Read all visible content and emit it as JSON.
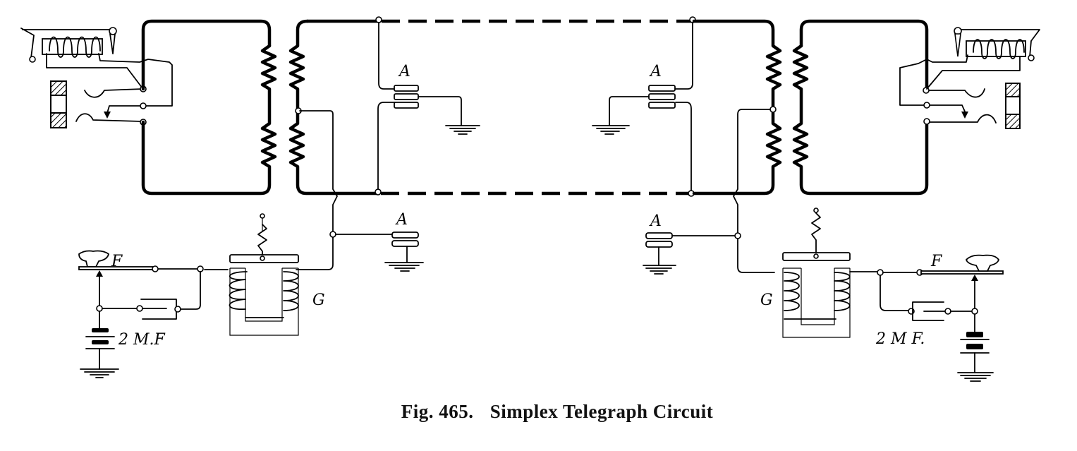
{
  "figure": {
    "number_label": "Fig. 465.",
    "title": "Simplex Telegraph Circuit"
  },
  "labels": {
    "condenser_a": "A",
    "key": "F",
    "repeating_coil": "G",
    "capacitance_left": "2 M.F",
    "capacitance_right": "2 M F."
  },
  "components": {
    "left_station": [
      "sounder",
      "jack-switch",
      "transformer",
      "key F",
      "2 M.F condenser",
      "battery",
      "ground",
      "impedance coil G",
      "condenser A to ground"
    ],
    "right_station": [
      "sounder",
      "jack-switch",
      "transformer",
      "key F",
      "2 M F. condenser",
      "battery",
      "ground",
      "impedance coil G",
      "condenser A to ground"
    ],
    "line": [
      "dashed line wire top",
      "dashed line wire bottom",
      "bridging condensers A to ground"
    ]
  },
  "colors": {
    "ink": "#000000",
    "paper": "#ffffff"
  }
}
